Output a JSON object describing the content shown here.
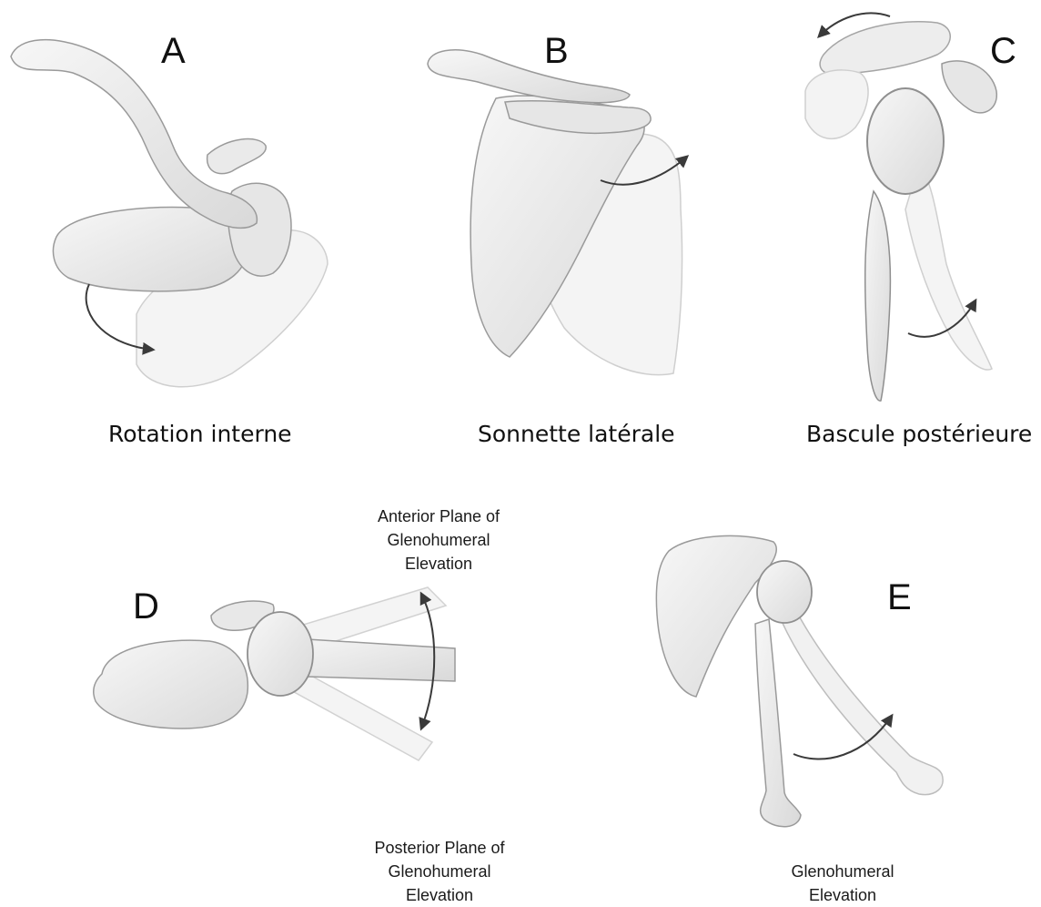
{
  "panels": {
    "a": {
      "letter": "A",
      "caption": "Rotation interne"
    },
    "b": {
      "letter": "B",
      "caption": "Sonnette latérale"
    },
    "c": {
      "letter": "C",
      "caption": "Bascule postérieure"
    },
    "d": {
      "letter": "D",
      "anterior_label": [
        "Anterior Plane of",
        "Glenohumeral",
        "Elevation"
      ],
      "posterior_label": [
        "Posterior Plane of",
        "Glenohumeral",
        "Elevation"
      ]
    },
    "e": {
      "letter": "E",
      "label": [
        "Glenohumeral",
        "Elevation"
      ]
    }
  },
  "colors": {
    "bone_fill": "#ececec",
    "bone_stroke": "#9a9a9a",
    "ghost_fill": "#f4f4f4",
    "arrow": "#3a3a3a"
  }
}
